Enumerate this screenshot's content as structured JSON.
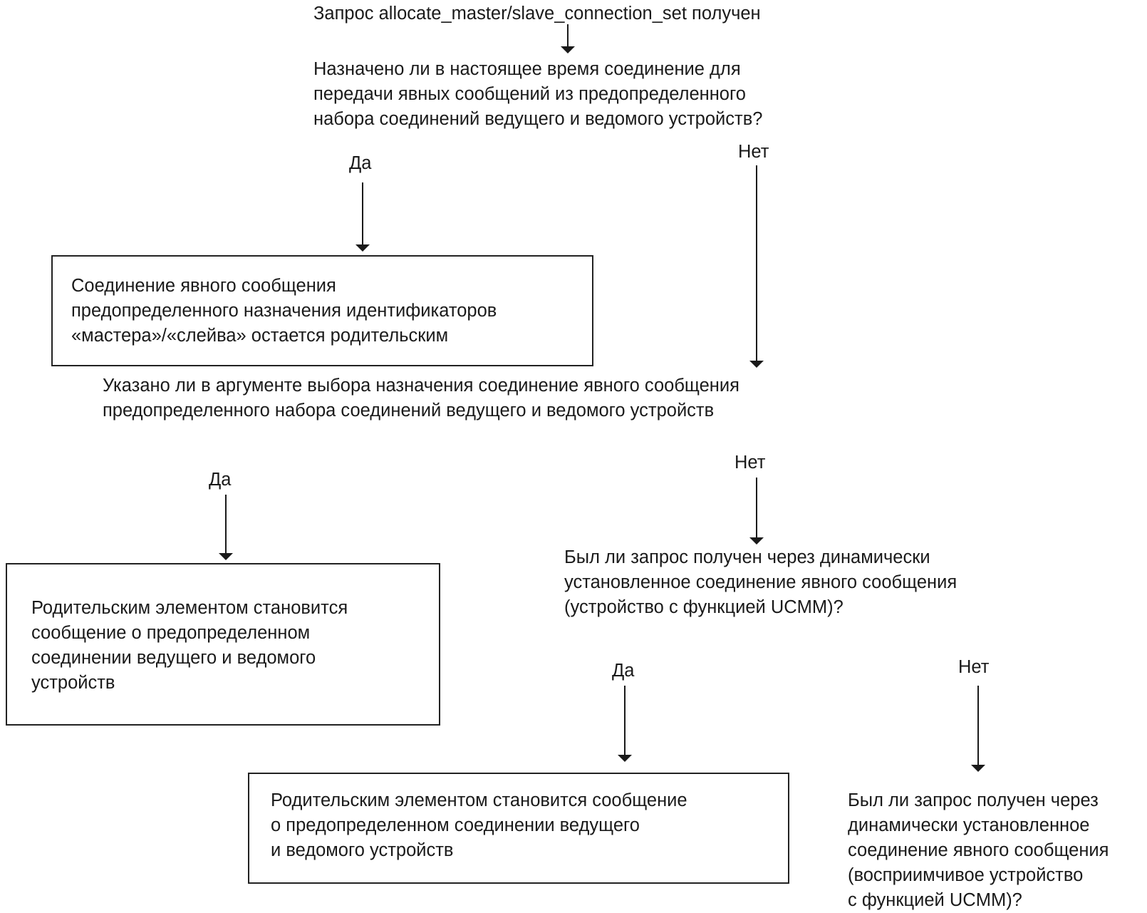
{
  "start": {
    "text": "Запрос allocate_master/slave_connection_set получен"
  },
  "question1": {
    "text": "Назначено ли в настоящее время соединение для\nпередачи явных сообщений из предопределенного\nнабора соединений ведущего и ведомого устройств?"
  },
  "branch1": {
    "yes": "Да",
    "no": "Нет"
  },
  "box1": {
    "text": "Соединение явного сообщения\nпредопределенного назначения идентификаторов\n«мастера»/«слейва» остается родительским"
  },
  "question2": {
    "text": "Указано ли в аргументе выбора назначения соединение явного сообщения\nпредопределенного набора соединений ведущего и ведомого устройств"
  },
  "branch2": {
    "yes": "Да",
    "no": "Нет"
  },
  "box2": {
    "text": "Родительским элементом становится\nсообщение о предопределенном\nсоединении ведущего и ведомого\nустройств"
  },
  "question3": {
    "text": "Был ли запрос получен через динамически\nустановленное соединение явного сообщения\n(устройство с функцией UCMM)?"
  },
  "branch3": {
    "yes": "Да",
    "no": "Нет"
  },
  "box3": {
    "text": "Родительским элементом становится сообщение\nо предопределенном соединении ведущего\nи ведомого устройств"
  },
  "question4": {
    "text": "Был ли запрос получен через\nдинамически установленное\nсоединение явного сообщения\n(восприимчивое устройство\nс функцией UCMM)?"
  }
}
